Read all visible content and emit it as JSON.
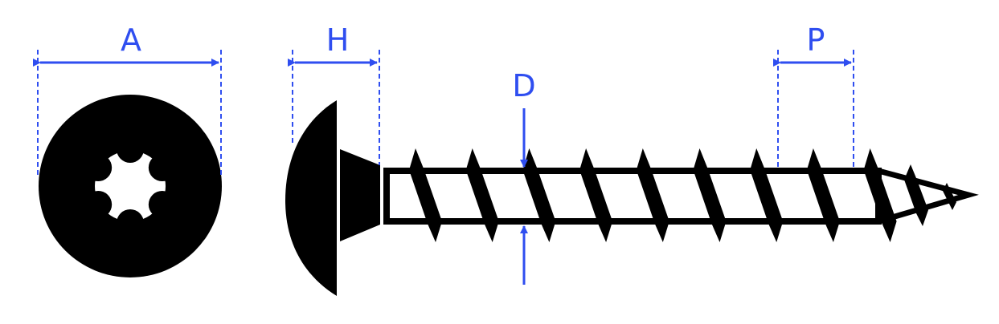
{
  "labels": {
    "a": "A",
    "h": "H",
    "d": "D",
    "p": "P"
  },
  "colors": {
    "dimension": "#2f4ef0",
    "screw": "#000000"
  }
}
